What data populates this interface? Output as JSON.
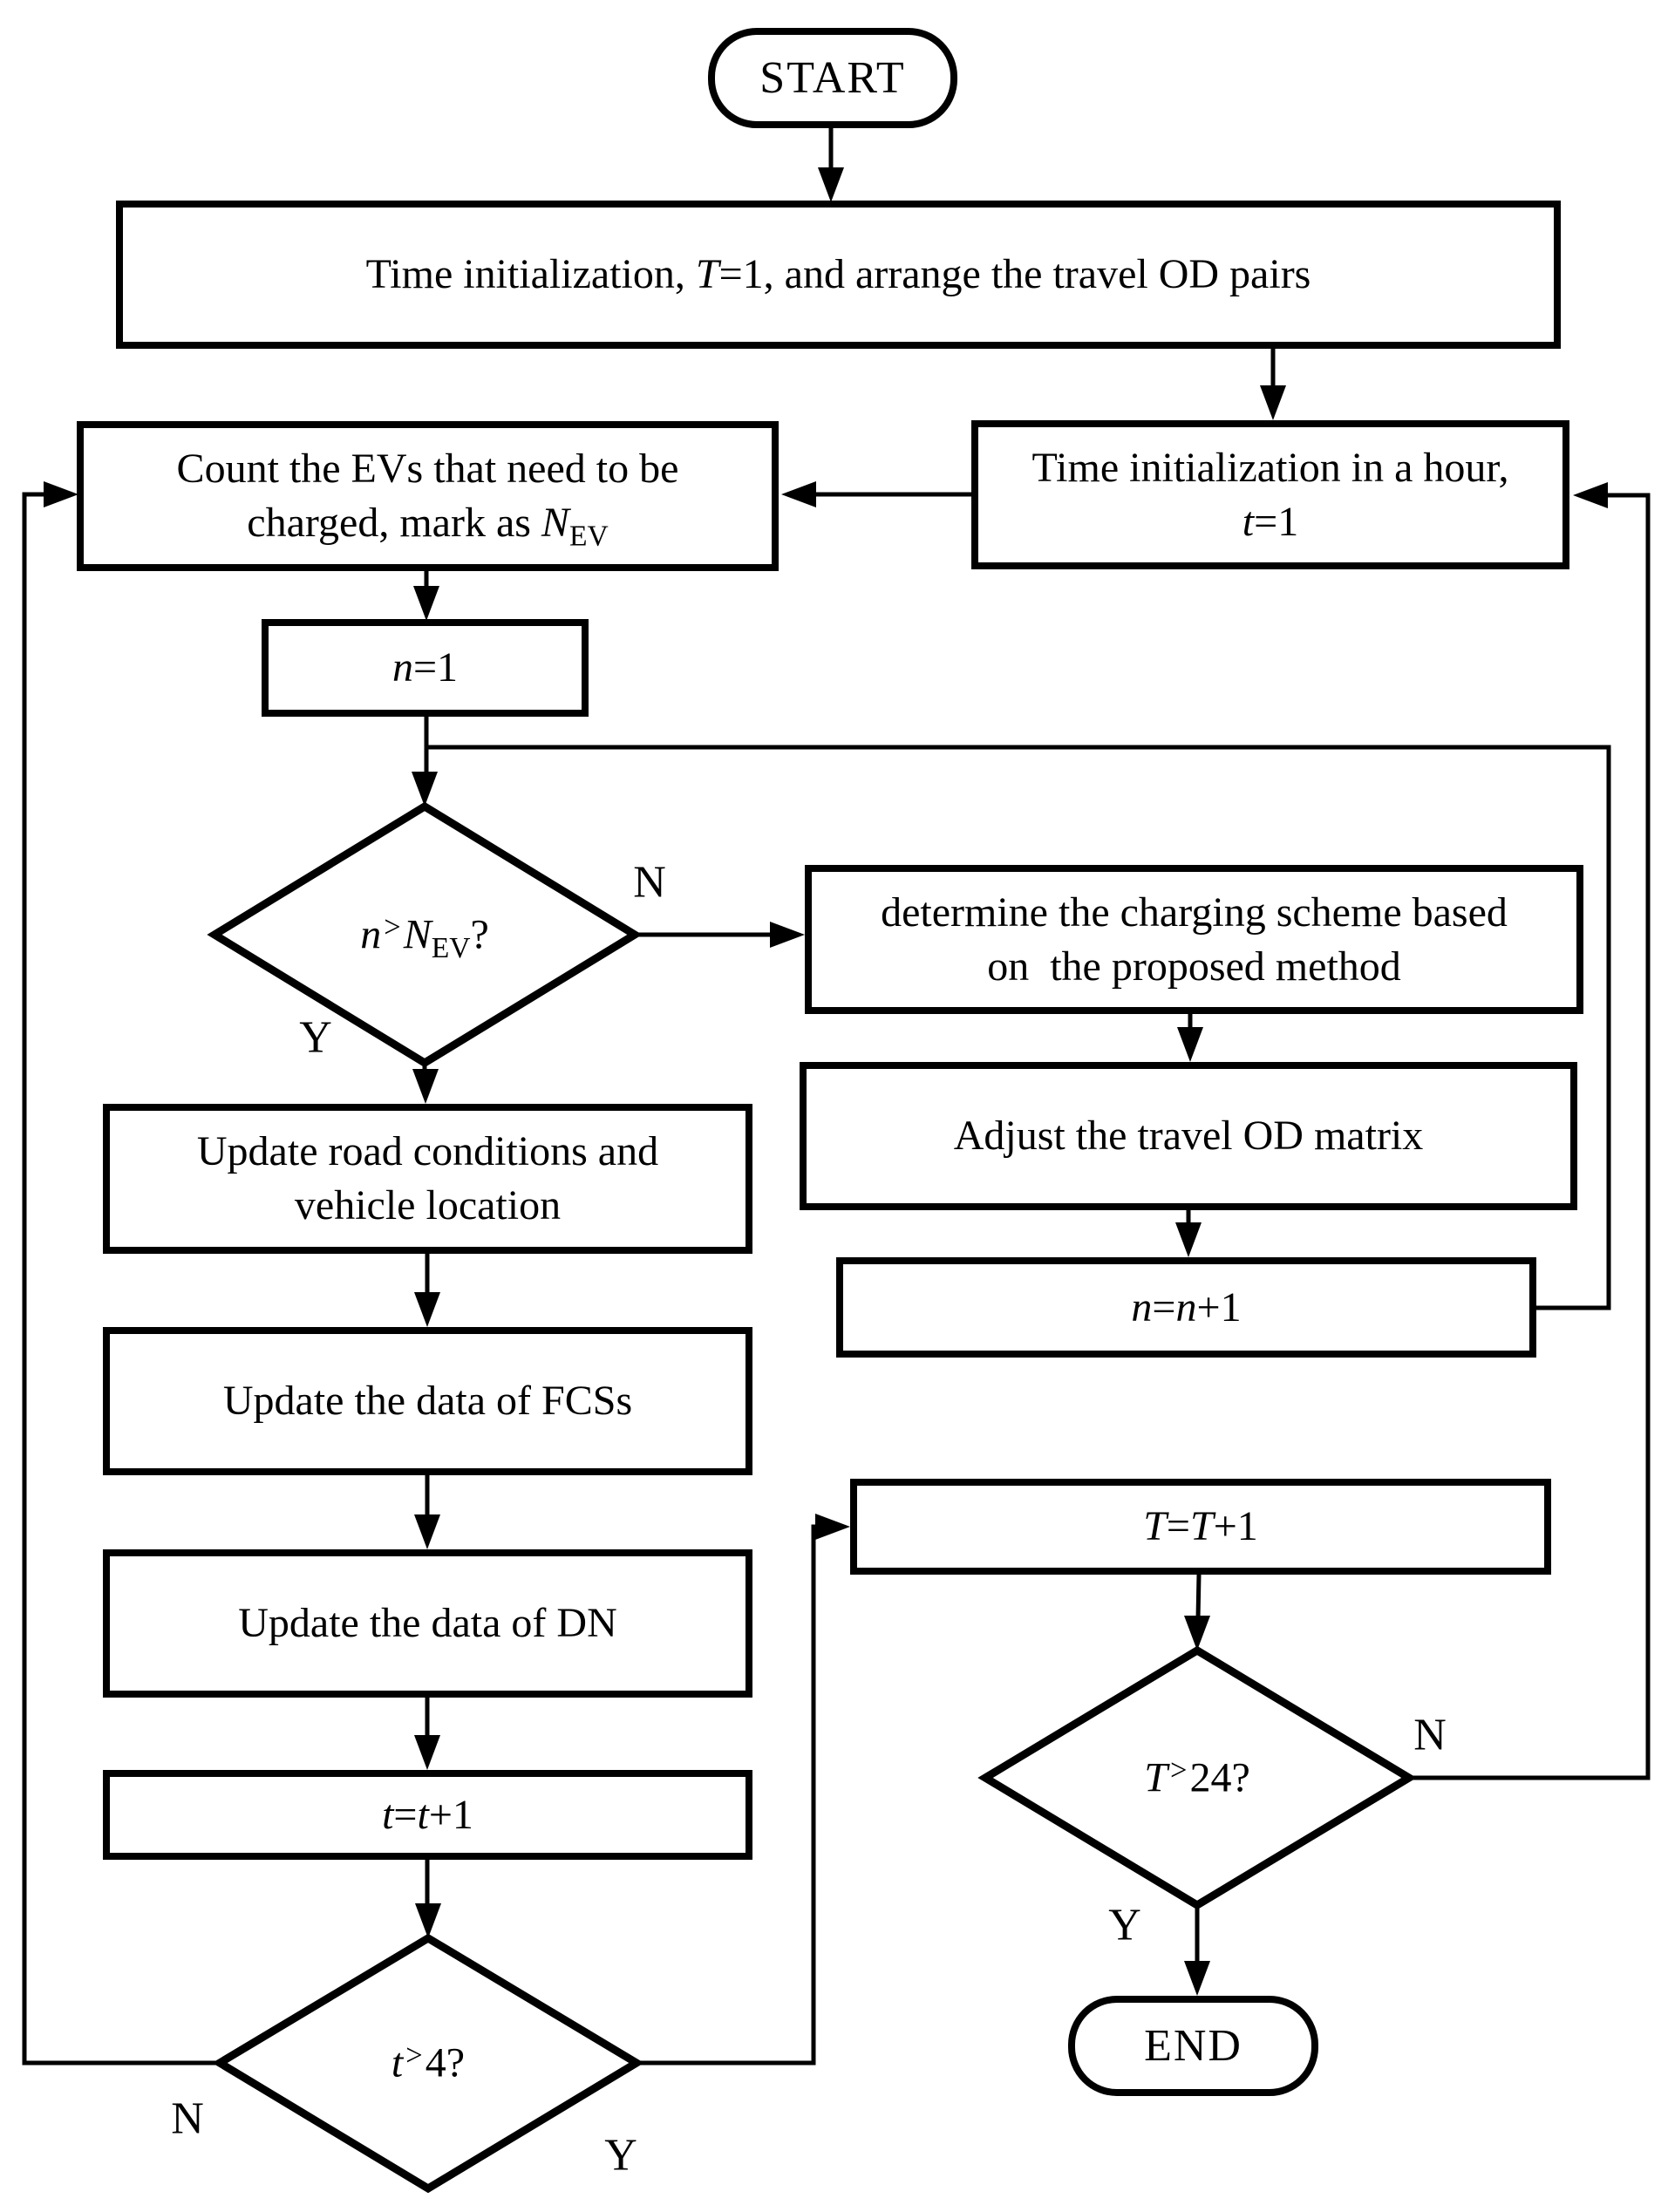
{
  "nodes": {
    "start": {
      "label": "START"
    },
    "init_T": {
      "pre": "Time initialization, ",
      "var": "T",
      "post": "=1, and arrange the travel OD pairs"
    },
    "count_ev": {
      "line1": "Count the EVs that need to be",
      "line2_pre": "charged, mark as ",
      "var": "N",
      "sub": "EV"
    },
    "init_t": {
      "line1": "Time initialization in a hour,",
      "var": "t",
      "post": "=1"
    },
    "set_n": {
      "var": "n",
      "post": "=1"
    },
    "check_n": {
      "var1": "n",
      "gt": ">",
      "var2": "N",
      "sub": "EV",
      "q": "?"
    },
    "determine": {
      "line1": "determine the charging scheme based",
      "line2": "on  the proposed method"
    },
    "adjust": {
      "label": "Adjust the travel OD matrix"
    },
    "inc_n": {
      "var1": "n",
      "op": "=",
      "var2": "n",
      "post": "+1"
    },
    "update_road": {
      "line1": "Update road conditions and",
      "line2": "vehicle location"
    },
    "update_fcs": {
      "label": "Update the data of FCSs"
    },
    "update_dn": {
      "label": "Update the data of DN"
    },
    "inc_t": {
      "var1": "t",
      "op": "=",
      "var2": "t",
      "post": "+1"
    },
    "check_t": {
      "var": "t",
      "gt": ">",
      "post": "4?"
    },
    "inc_T": {
      "var1": "T",
      "op": "=",
      "var2": "T",
      "post": "+1"
    },
    "check_T": {
      "var": "T",
      "gt": ">",
      "post": "24?"
    },
    "end": {
      "label": "END"
    }
  },
  "edge_labels": {
    "n_no": "N",
    "n_yes": "Y",
    "t_no": "N",
    "t_yes": "Y",
    "T_no": "N",
    "T_yes": "Y"
  },
  "colors": {
    "line": "#000000",
    "fill": "#ffffff"
  }
}
